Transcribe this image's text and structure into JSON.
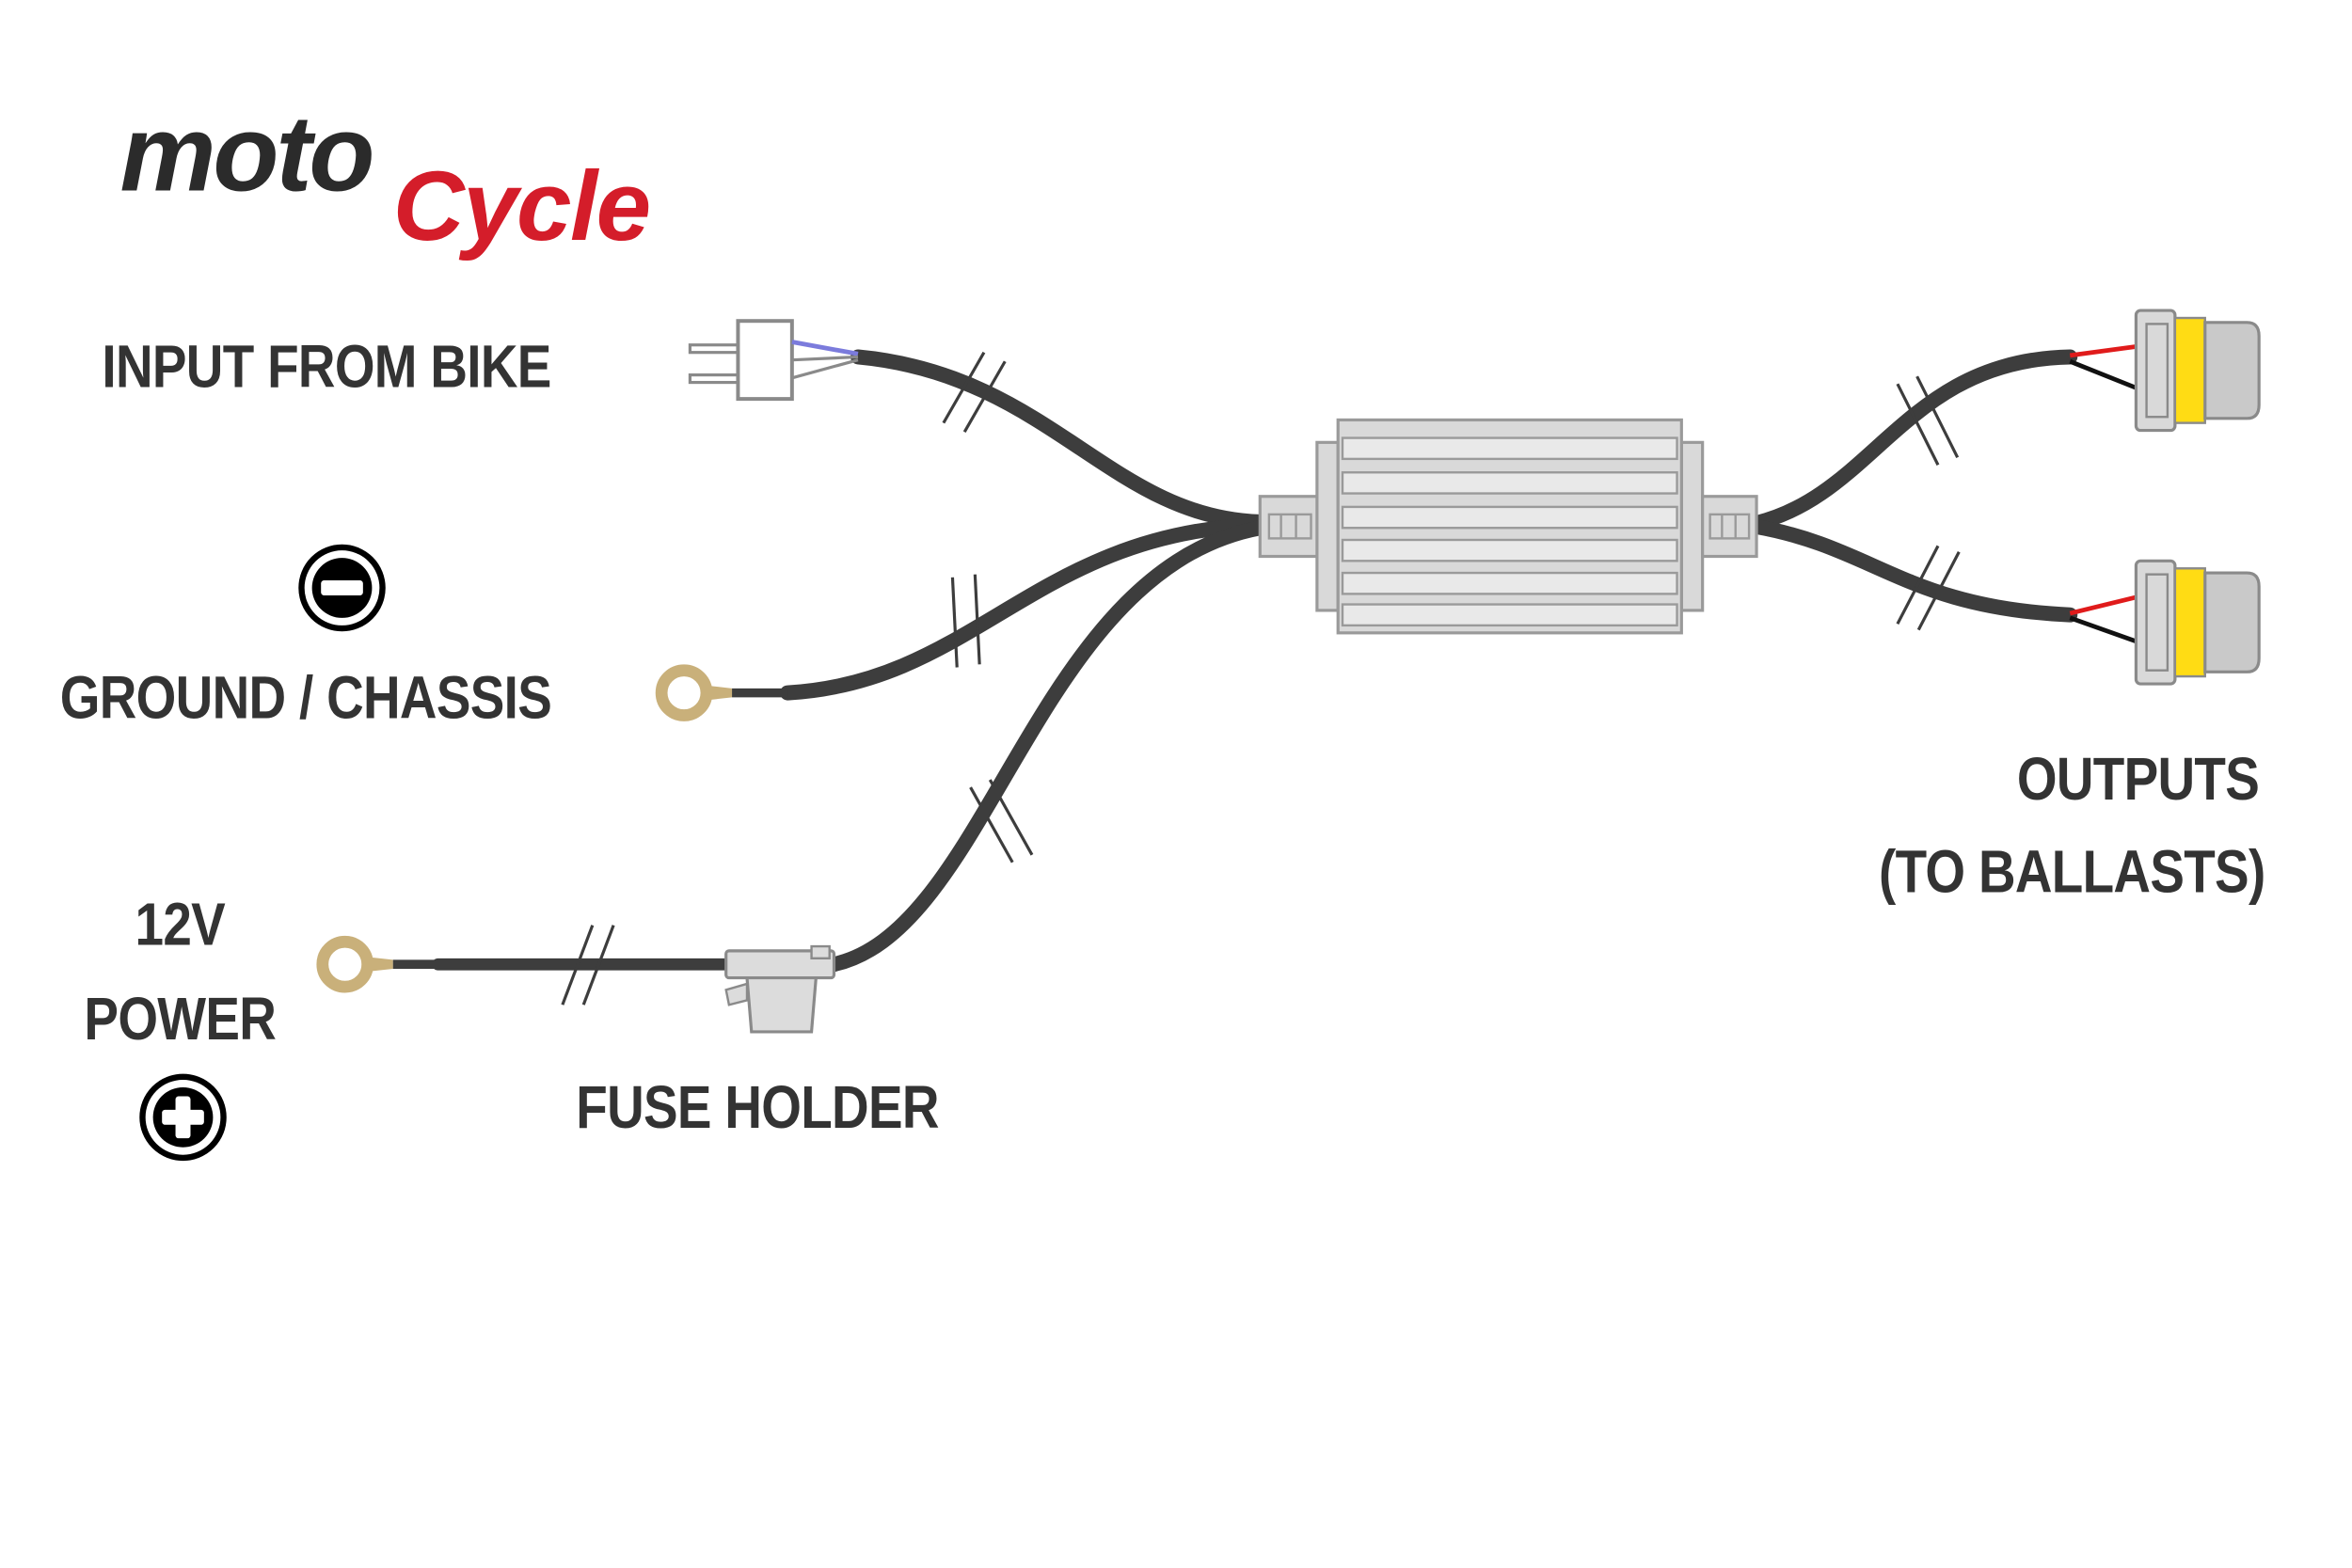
{
  "logo": {
    "text_top": "moto",
    "text_bottom": "Cycle",
    "colors": {
      "top": "#2b2b2b",
      "bottom": "#d41d2a"
    }
  },
  "labels": {
    "input": "INPUT FROM BIKE",
    "ground": "GROUND / CHASSIS",
    "power_line1": "12V",
    "power_line2": "POWER",
    "fuse": "FUSE HOLDER",
    "outputs_line1": "OUTPUTS",
    "outputs_line2": "(TO BALLASTS)"
  },
  "icons": {
    "negative": "minus-icon",
    "positive": "plus-icon"
  },
  "colors": {
    "cable": "#3d3d3d",
    "module_fill": "#d9d9d9",
    "module_stroke": "#9a9a9a",
    "ring_terminal": "#c9b07a",
    "wire_red": "#e01b1b",
    "wire_blue": "#7b7bdc",
    "connector_yellow": "#ffdc14"
  }
}
